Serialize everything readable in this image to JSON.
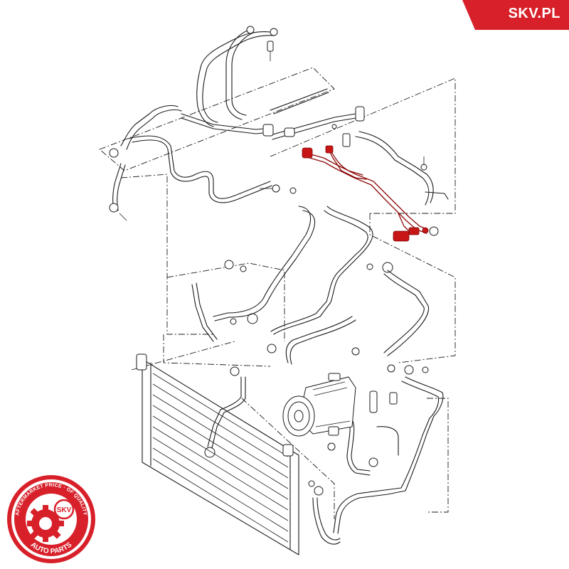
{
  "brand": {
    "site": "SKV.PL",
    "banner_color": "#d8202a"
  },
  "seal": {
    "top_text": "AFTERMARKET PRICE · OF QUALITY",
    "bottom_text": "AUTO PARTS",
    "center_text": "SKV",
    "color": "#d8202a"
  },
  "diagram": {
    "highlight_color": "#c81515",
    "line_color": "#1a1a1a"
  }
}
